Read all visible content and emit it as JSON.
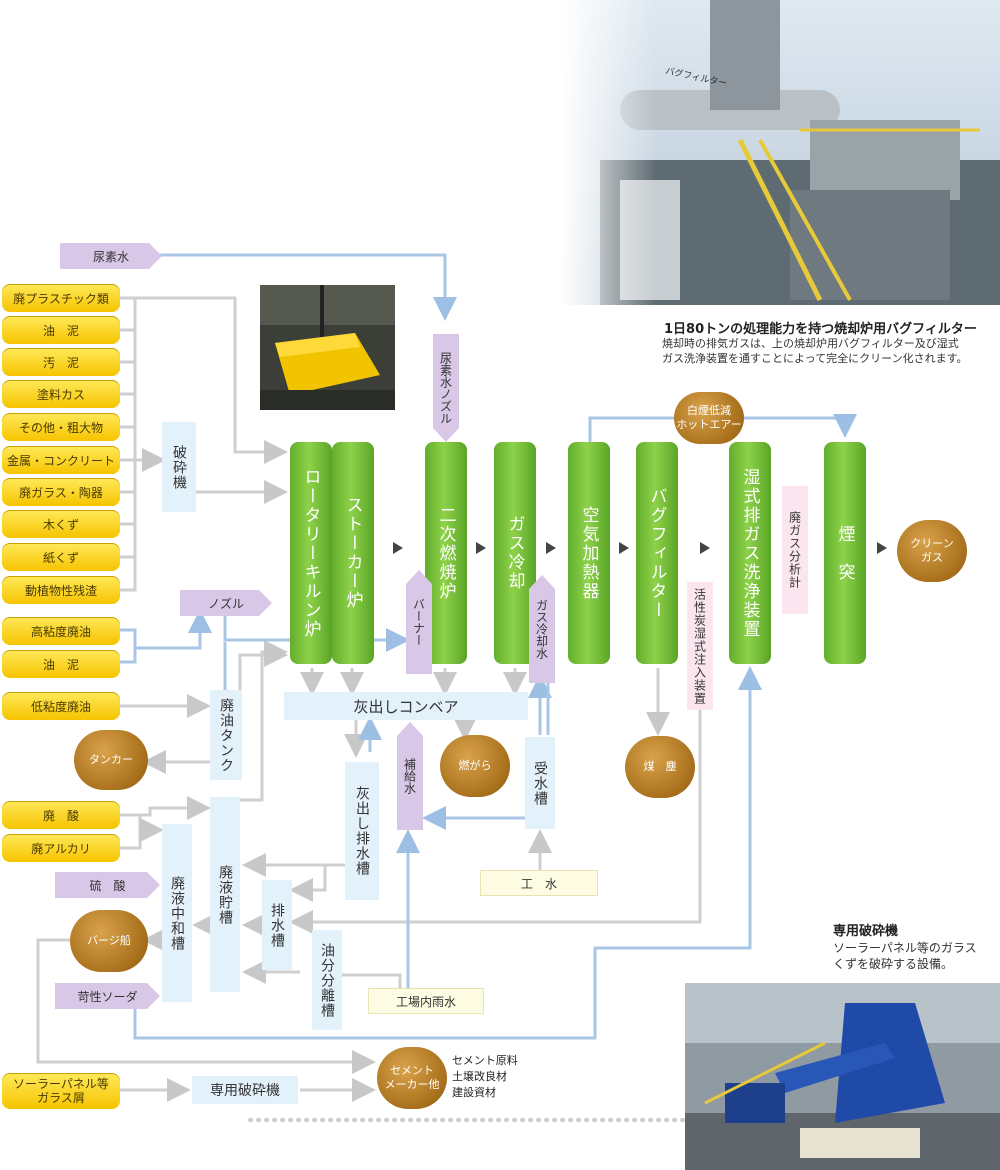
{
  "inputs_top": {
    "urea_water": "尿素水",
    "items": [
      "廃プラスチック類",
      "油　泥",
      "汚　泥",
      "塗料カス",
      "その他・粗大物",
      "金属・コンクリート",
      "廃ガラス・陶器",
      "木くず",
      "紙くず",
      "動植物性残渣"
    ]
  },
  "inputs_mid": {
    "high_visc_oil": "高粘度廃油",
    "oil_sludge": "油　泥",
    "low_visc_oil": "低粘度廃油"
  },
  "inputs_low": {
    "waste_acid": "廃　酸",
    "waste_alkali": "廃アルカリ",
    "sulfuric_acid": "硫　酸",
    "caustic_soda": "苛性ソーダ"
  },
  "inputs_bottom": {
    "solar_panel": [
      "ソーラーパネル等",
      "ガラス屑"
    ]
  },
  "process": {
    "crusher": "破砕機",
    "nozzle": "ノズル",
    "rotary_kiln": "ロータリーキルン炉",
    "stoker": "ストーカー炉",
    "secondary": "二次燃焼炉",
    "gas_cooling": "ガス冷却",
    "air_heater": "空気加熱器",
    "bag_filter": "バグフィルター",
    "wet_scrubber": "湿式排ガス洗浄装置",
    "chimney": "煙　突",
    "urea_nozzle": "尿素水ノズル",
    "burner": "バーナー",
    "gas_cool_water": "ガス冷却水",
    "carbon_inject": "活性炭湿式注入装置",
    "gas_analyzer": "廃ガス分析計",
    "ash_conveyor": "灰出しコンベア",
    "oil_tank": "廃油タンク",
    "ash_drain_tank": "灰出し排水槽",
    "makeup_water": "補給水",
    "receiving_tank": "受水槽",
    "industrial_water": "工　水",
    "neutral_tank": "廃液中和槽",
    "storage_tank": "廃液貯槽",
    "drain_tank": "排水槽",
    "oil_separator": "油分分離槽",
    "rain_water": "工場内雨水",
    "dedicated_crusher": "専用破砕機"
  },
  "outputs": {
    "plume_reduction": [
      "白煙低減",
      "ホットエアー"
    ],
    "clean_gas": [
      "クリーン",
      "ガス"
    ],
    "tanker": "タンカー",
    "cinders": "燃がら",
    "dust": "煤　塵",
    "barge": "バージ船",
    "cement": [
      "セメント",
      "メーカー他"
    ],
    "cement_uses": [
      "セメント原料",
      "土壌改良材",
      "建設資材"
    ]
  },
  "captions": {
    "bagfilter_title": "1日80トンの処理能力を持つ焼却炉用バグフィルター",
    "bagfilter_body": [
      "焼却時の排気ガスは、上の焼却炉用バグフィルター及び湿式",
      "ガス洗浄装置を通すことによって完全にクリーン化されます。"
    ],
    "crusher_title": "専用破砕機",
    "crusher_body": [
      "ソーラーパネル等のガラス",
      "くずを破砕する設備。"
    ],
    "pipe_label": "バグフィルター"
  },
  "colors": {
    "line_gray": "#cfcfcf",
    "line_blue": "#a9c6e6",
    "green": "#7cc242",
    "yellow": "#f6c400",
    "brown": "#b07a24",
    "lavender": "#d8c7e6"
  }
}
